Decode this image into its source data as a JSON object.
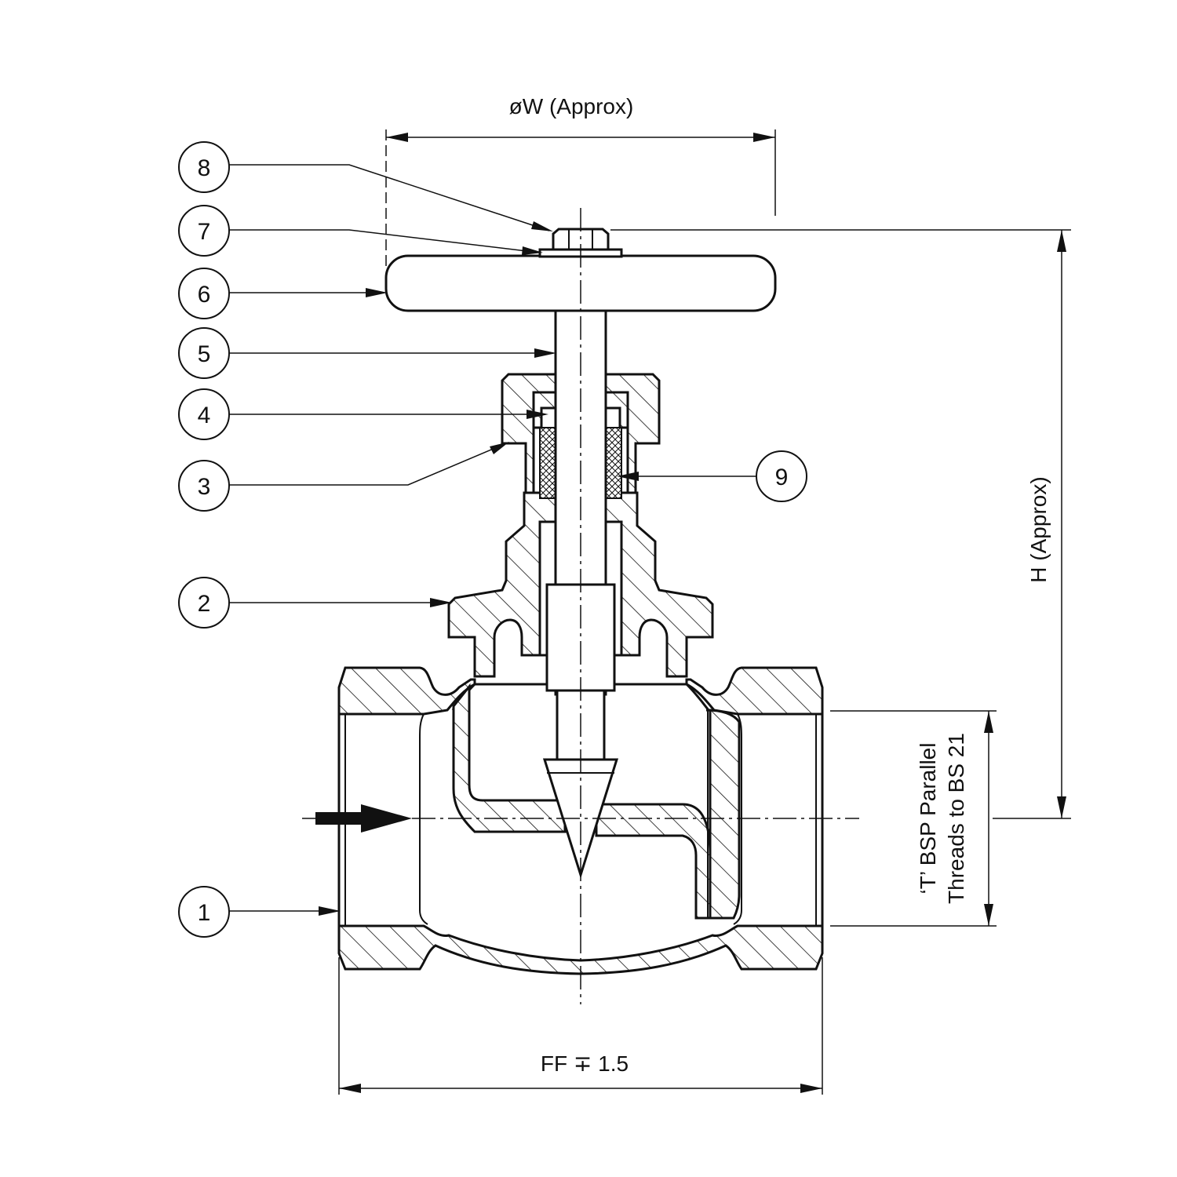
{
  "dimensions": {
    "width_label": "øW (Approx)",
    "height_label": "H (Approx)",
    "face_label": "FF ∓ 1.5",
    "thread_label_line1": "‘T’ BSP Parallel",
    "thread_label_line2": "Threads  to BS 21"
  },
  "callouts": [
    {
      "id": "8",
      "label": "8"
    },
    {
      "id": "7",
      "label": "7"
    },
    {
      "id": "6",
      "label": "6"
    },
    {
      "id": "5",
      "label": "5"
    },
    {
      "id": "4",
      "label": "4"
    },
    {
      "id": "3",
      "label": "3"
    },
    {
      "id": "2",
      "label": "2"
    },
    {
      "id": "1",
      "label": "1"
    },
    {
      "id": "9",
      "label": "9"
    }
  ]
}
